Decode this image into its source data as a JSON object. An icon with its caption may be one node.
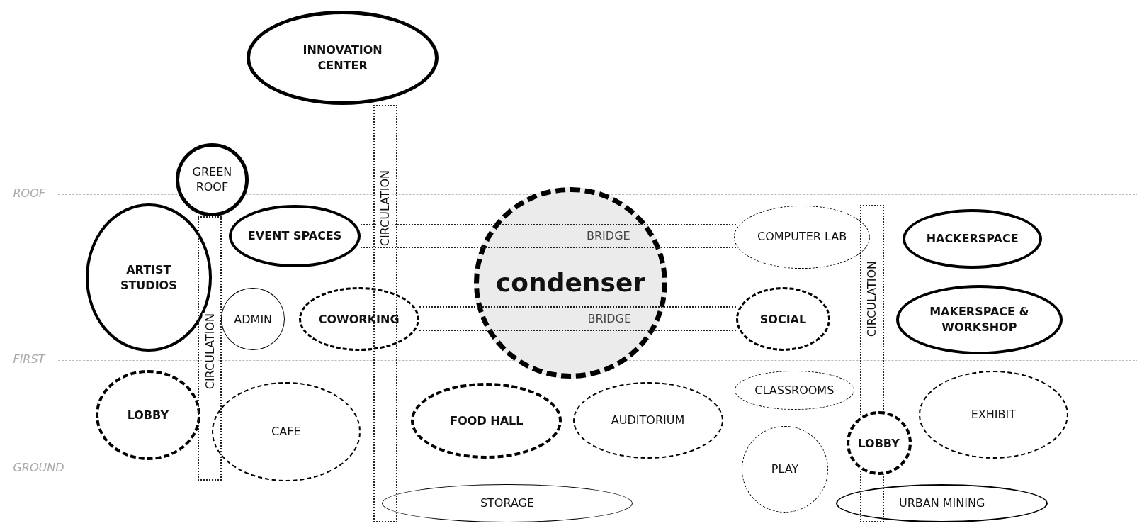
{
  "diagram": {
    "nodes": [
      {
        "text": [
          "INNOVATION CENTER"
        ]
      },
      {
        "text": [
          "GREEN ROOF"
        ]
      },
      {
        "text": [
          "ARTIST STUDIOS"
        ]
      },
      {
        "text": [
          "EVENT SPACES"
        ]
      },
      {
        "text": [
          "ADMIN"
        ]
      },
      {
        "text": [
          "COWORKING"
        ]
      },
      {
        "text": [
          "condenser"
        ]
      },
      {
        "text": [
          "BRIDGE"
        ]
      },
      {
        "text": [
          "BRIDGE"
        ]
      },
      {
        "text": [
          "COMPUTER LAB"
        ]
      },
      {
        "text": [
          "HACKERSPACE"
        ]
      },
      {
        "text": [
          "SOCIAL"
        ]
      },
      {
        "text": [
          "MAKERSPACE & WORKSHOP"
        ]
      },
      {
        "text": [
          "CIRCULATION"
        ]
      },
      {
        "text": [
          "CIRCULATION"
        ]
      },
      {
        "text": [
          "CIRCULATION"
        ]
      },
      {
        "text": [
          "LOBBY"
        ]
      },
      {
        "text": [
          "CAFE"
        ]
      },
      {
        "text": [
          "FOOD HALL"
        ]
      },
      {
        "text": [
          "AUDITORIUM"
        ]
      },
      {
        "text": [
          "CLASSROOMS"
        ]
      },
      {
        "text": [
          "EXHIBIT"
        ]
      },
      {
        "text": [
          "LOBBY"
        ]
      },
      {
        "text": [
          "PLAY"
        ]
      },
      {
        "text": [
          "STORAGE"
        ]
      },
      {
        "text": [
          "URBAN MINING"
        ]
      }
    ],
    "edges": [],
    "labels": [
      "ROOF",
      "FIRST",
      "GROUND"
    ]
  }
}
